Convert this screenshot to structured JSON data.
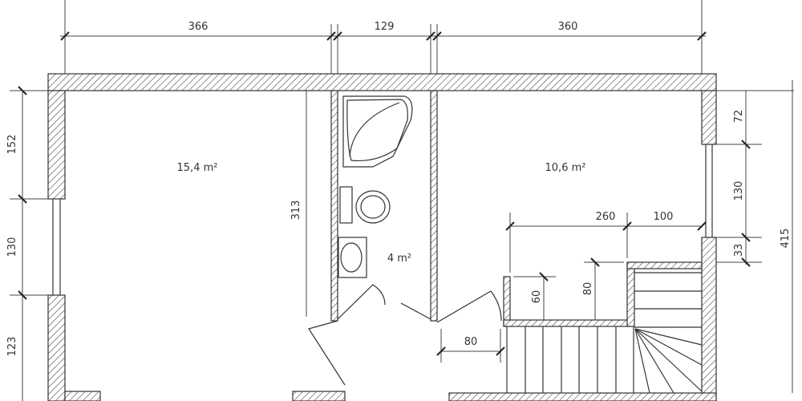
{
  "rooms": {
    "living": "15,4 m²",
    "bathroom": "4 m²",
    "room_right": "10,6 m²"
  },
  "dimensions": {
    "top_left": "366",
    "top_middle": "129",
    "top_right": "360",
    "left_upper": "152",
    "left_window": "130",
    "left_lower": "123",
    "living_depth": "313",
    "right_upper": "72",
    "right_window": "130",
    "right_lower": "33",
    "right_total": "415",
    "stair_width": "260",
    "stair_landing": "100",
    "stair_wall_60": "60",
    "stair_wall_80": "80",
    "door_width": "80"
  },
  "colors": {
    "line": "#333333",
    "background": "#ffffff"
  }
}
